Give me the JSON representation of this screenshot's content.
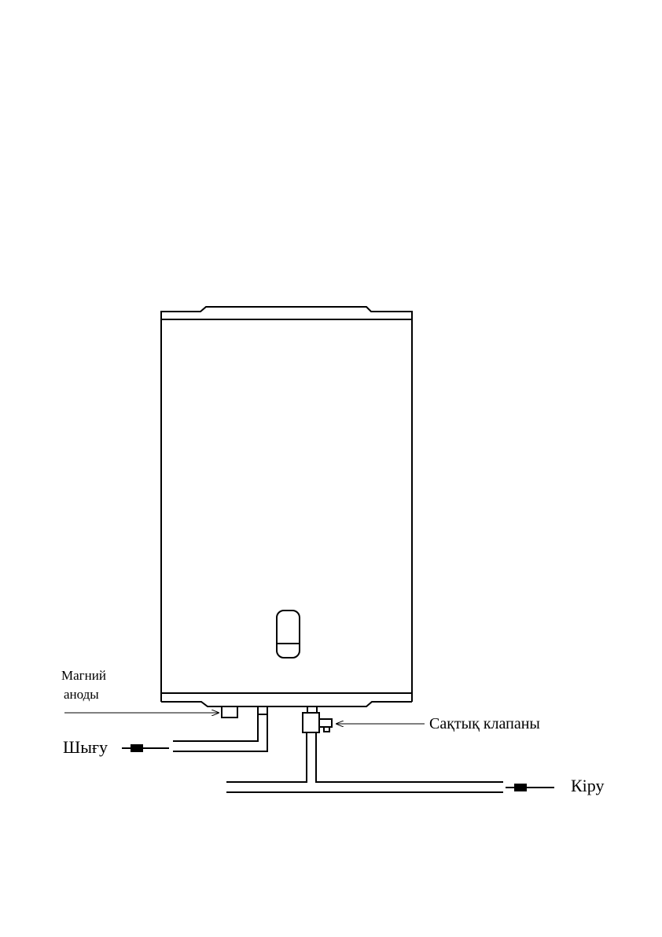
{
  "labels": {
    "magnesium_anode_line1": "Магний",
    "magnesium_anode_line2": "аноды",
    "safety_valve": "Сақтық клапаны",
    "outlet": "Шығу",
    "inlet": "Кіру"
  }
}
